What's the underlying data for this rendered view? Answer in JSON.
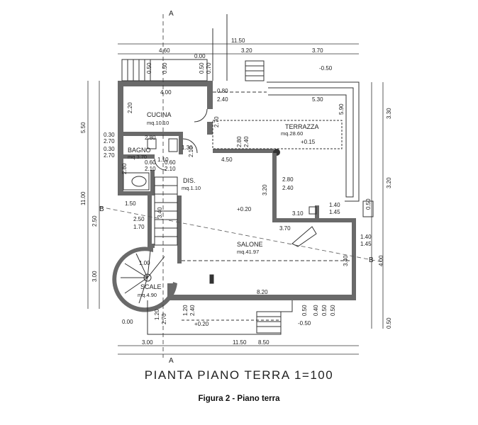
{
  "title": "PIANTA PIANO TERRA 1=100",
  "caption": "Figura 2 - Piano terra",
  "section_marks": {
    "top": "A",
    "bottom": "A",
    "left": "B",
    "right": "B"
  },
  "rooms": {
    "cucina": {
      "name": "CUCINA",
      "area": "mq.10.10"
    },
    "bagno": {
      "name": "BAGNO",
      "area": "mq.3.70"
    },
    "dis": {
      "name": "DIS.",
      "area": "mq.1.10"
    },
    "terrazza": {
      "name": "TERRAZZA",
      "area": "mq.28.60"
    },
    "salone": {
      "name": "SALONE",
      "area": "mq.41.97"
    },
    "scale": {
      "name": "SCALE",
      "area": "mq.4.90"
    }
  },
  "levels": {
    "top_right": "-0.50",
    "terrazza": "+0.15",
    "salone": "+0.20",
    "bottom_left": "0.00",
    "bottom_center": "+0.20",
    "bottom_right": "-0.50"
  },
  "dimensions": {
    "top_total": "11.50",
    "top_left": "4.60",
    "top_mid": "3.20",
    "top_right": "3.70",
    "top_small_a": "0.00",
    "cucina_top": "4.00",
    "cucina_h": "2.20",
    "cucina_door_a": "0.80",
    "cucina_door_b": "2.40",
    "cucina_side": "2.70",
    "bagno_a": "0.30",
    "bagno_b": "2.70",
    "bagno_c": "0.30",
    "bagno_d": "2.70",
    "bagno_e": "2.80",
    "bagno_f": "2.80",
    "dis_a": "1.30",
    "dis_b": "2.10",
    "dis_c": "0.60",
    "dis_d": "2.10",
    "dis_e": "0.60",
    "dis_f": "2.10",
    "dis_g": "1.10",
    "terrazza_top": "5.30",
    "terrazza_side": "5.90",
    "terrazza_a": "2.80",
    "terrazza_b": "2.40",
    "terrazza_c": "4.50",
    "salone_a": "2.80",
    "salone_b": "2.40",
    "salone_c": "3.20",
    "salone_d": "3.10",
    "salone_e": "1.40",
    "salone_f": "1.45",
    "salone_g": "1.40",
    "salone_h": "1.45",
    "salone_i": "3.70",
    "salone_j": "3.40",
    "stair_a": "3.40",
    "stair_b": "2.50",
    "stair_c": "1.70",
    "stair_d": "1.50",
    "stair_e": "1.00",
    "bottom_wall": "8.20",
    "bottom_small_a": "1.20",
    "bottom_small_b": "2.70",
    "bottom_small_c": "1.20",
    "bottom_small_d": "2.40",
    "win_a": "0.50",
    "win_b": "0.40",
    "win_c": "0.50",
    "win_d": "0.50",
    "left_total": "11.00",
    "left_a": "5.50",
    "left_b": "2.50",
    "left_c": "3.00",
    "right_a": "3.30",
    "right_b": "3.20",
    "right_c": "4.00",
    "right_d": "0.50",
    "bottom_total": "11.50",
    "bottom_left": "3.00",
    "bottom_right": "8.50",
    "top_win_a": "0.50",
    "top_win_b": "0.50",
    "top_win_c": "0.50",
    "top_win_d": "0.70"
  },
  "colors": {
    "wall": "#6a6a6a",
    "line": "#333333",
    "paper": "#ffffff"
  }
}
